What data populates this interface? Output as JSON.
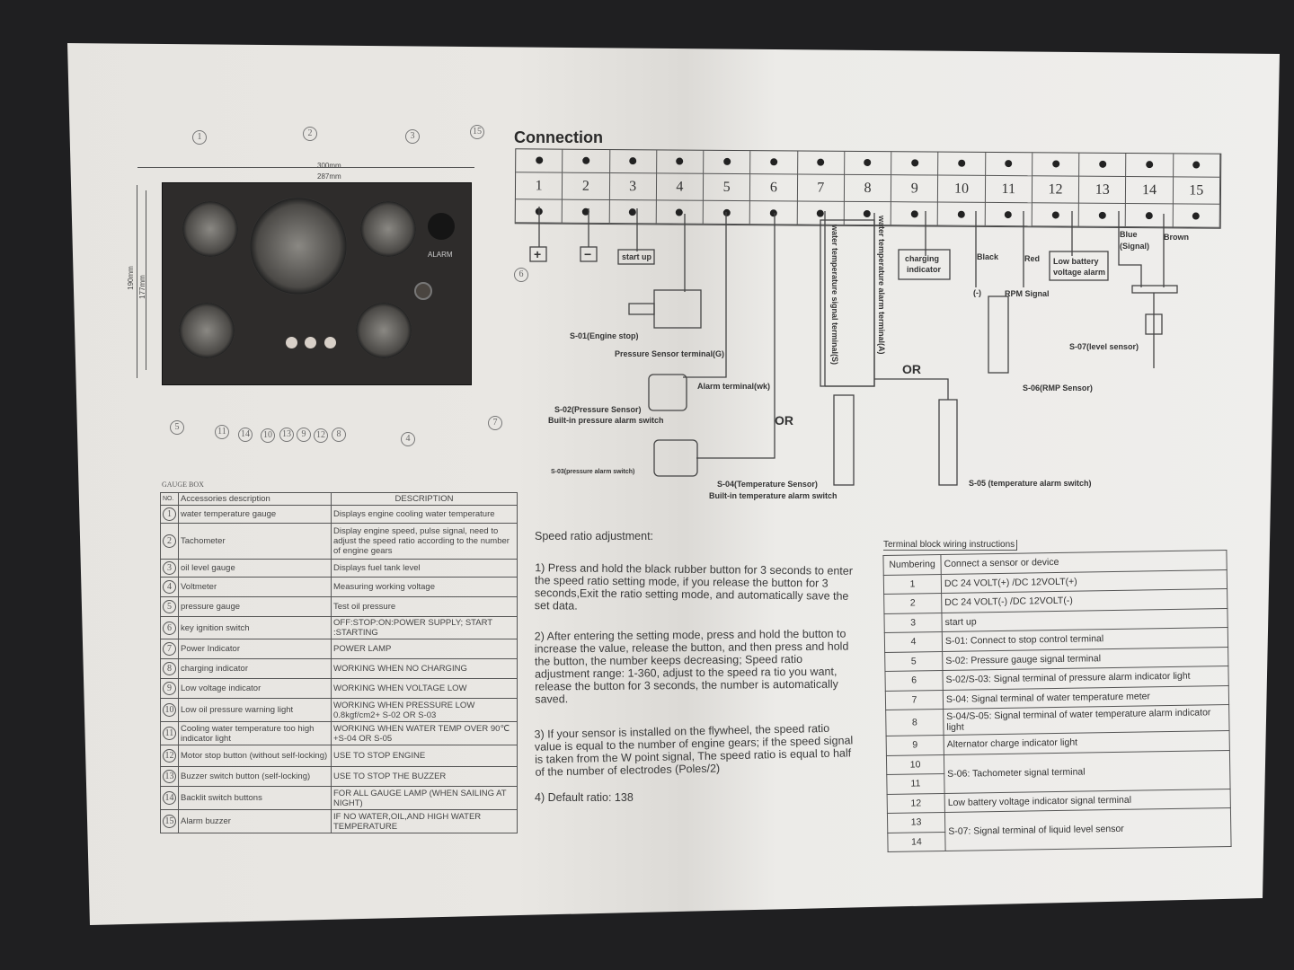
{
  "panel": {
    "callouts": [
      "1",
      "2",
      "3",
      "15",
      "6",
      "5",
      "11",
      "14",
      "10",
      "13",
      "9",
      "12",
      "8",
      "4",
      "7"
    ],
    "dims": [
      "300mm",
      "287mm",
      "190mm",
      "177mm"
    ],
    "alarm_label": "ALARM"
  },
  "connection": {
    "title": "Connection",
    "terminals": [
      "1",
      "2",
      "3",
      "4",
      "5",
      "6",
      "7",
      "8",
      "9",
      "10",
      "11",
      "12",
      "13",
      "14",
      "15"
    ],
    "labels": {
      "plus": "+",
      "minus": "−",
      "start_up": "start up",
      "s01": "S-01(Engine stop)",
      "pressure_terminal": "Pressure Sensor terminal(G)",
      "alarm_terminal": "Alarm terminal(wk)",
      "s02": "S-02(Pressure Sensor)",
      "s02_sub": "Built-in pressure alarm switch",
      "or1": "OR",
      "s03": "S-03(pressure alarm switch)",
      "water_signal": "water temperature signal terminal(S)",
      "water_alarm": "water temperature alarm terminal(A)",
      "s04": "S-04(Temperature Sensor)",
      "s04_sub": "Built-in temperature alarm switch",
      "or2": "OR",
      "s05": "S-05 (temperature alarm switch)",
      "charging": "charging",
      "charging2": "indicator",
      "black": "Black",
      "red": "Red",
      "minus_paren": "(-)",
      "rpm": "RPM  Signal",
      "s06": "S-06(RMP Sensor)",
      "low_batt": "Low battery",
      "low_batt2": "voltage alarm",
      "blue": "Blue",
      "signal": "(Signal)",
      "brown": "Brown",
      "s07": "S-07(level sensor)"
    }
  },
  "gauge_box": {
    "caption": "GAUGE BOX",
    "headers": [
      "NO.",
      "Accessories description",
      "DESCRIPTION"
    ],
    "rows": [
      {
        "no": "1",
        "name": "water temperature gauge",
        "desc": "Displays engine cooling water temperature"
      },
      {
        "no": "2",
        "name": "Tachometer",
        "desc": "Display engine speed, pulse signal, need to adjust the speed ratio according to the number of engine gears"
      },
      {
        "no": "3",
        "name": "oil level gauge",
        "desc": "Displays fuel tank level"
      },
      {
        "no": "4",
        "name": "Voltmeter",
        "desc": "Measuring working voltage"
      },
      {
        "no": "5",
        "name": "pressure gauge",
        "desc": "Test oil pressure"
      },
      {
        "no": "6",
        "name": "key ignition switch",
        "desc": "OFF:STOP:ON:POWER SUPPLY; START :STARTING"
      },
      {
        "no": "7",
        "name": "Power Indicator",
        "desc": "POWER LAMP"
      },
      {
        "no": "8",
        "name": "charging indicator",
        "desc": "WORKING WHEN NO CHARGING"
      },
      {
        "no": "9",
        "name": "Low voltage indicator",
        "desc": "WORKING WHEN VOLTAGE LOW"
      },
      {
        "no": "10",
        "name": "Low oil pressure warning light",
        "desc": "WORKING WHEN PRESSURE LOW 0.8kgf/cm2+ S-02 OR S-03"
      },
      {
        "no": "11",
        "name": "Cooling water temperature too high indicator light",
        "desc": "WORKING WHEN WATER TEMP OVER 90℃ +S-04 OR S-05"
      },
      {
        "no": "12",
        "name": "Motor stop button (without self-locking)",
        "desc": "USE TO STOP ENGINE"
      },
      {
        "no": "13",
        "name": "Buzzer switch button (self-locking)",
        "desc": "USE TO STOP THE BUZZER"
      },
      {
        "no": "14",
        "name": "Backlit switch buttons",
        "desc": "FOR ALL GAUGE LAMP (WHEN SAILING AT NIGHT)"
      },
      {
        "no": "15",
        "name": "Alarm buzzer",
        "desc": "IF NO WATER,OIL,AND HIGH WATER TEMPERATURE"
      }
    ]
  },
  "speed_ratio": {
    "title": "Speed ratio adjustment:",
    "p1": "1) Press and hold the black rubber button  for 3 seconds to enter the speed ratio setting mode, if you release the button for 3 seconds,Exit the ratio setting mode, and automatically save the set data.",
    "p2": "2) After entering the setting mode, press and hold the button to increase the value, release the button, and then press and hold the button, the number keeps decreasing; Speed ratio adjustment range: 1-360, adjust to the speed ra tio you want, release the button for 3 seconds, the number is automatically saved.",
    "p3": "3) If your sensor is installed on the flywheel, the speed ratio value is equal to the number of engine gears; if the speed signal is taken from the W point signal, The speed ratio is equal to half of the number of electrodes (Poles/2)",
    "p4": "4) Default ratio: 138"
  },
  "terminal_block": {
    "caption": "Terminal block wiring instructions",
    "headers": [
      "Numbering",
      "Connect  a sensor or device"
    ],
    "rows": [
      [
        "1",
        "DC 24 VOLT(+)  /DC 12VOLT(+)"
      ],
      [
        "2",
        "DC 24 VOLT(-)  /DC 12VOLT(-)"
      ],
      [
        "3",
        "start up"
      ],
      [
        "4",
        "S-01: Connect to stop control terminal"
      ],
      [
        "5",
        "S-02: Pressure gauge signal terminal"
      ],
      [
        "6",
        "S-02/S-03: Signal terminal of pressure alarm indicator light"
      ],
      [
        "7",
        "S-04: Signal terminal of water temperature meter"
      ],
      [
        "8",
        "S-04/S-05: Signal terminal of water temperature alarm indicator light"
      ],
      [
        "9",
        "Alternator charge indicator light"
      ],
      [
        "10",
        "S-06: Tachometer signal terminal"
      ],
      [
        "11",
        ""
      ],
      [
        "12",
        "Low battery voltage indicator signal terminal"
      ],
      [
        "13",
        "S-07: Signal terminal of liquid level sensor"
      ],
      [
        "14",
        ""
      ]
    ]
  }
}
